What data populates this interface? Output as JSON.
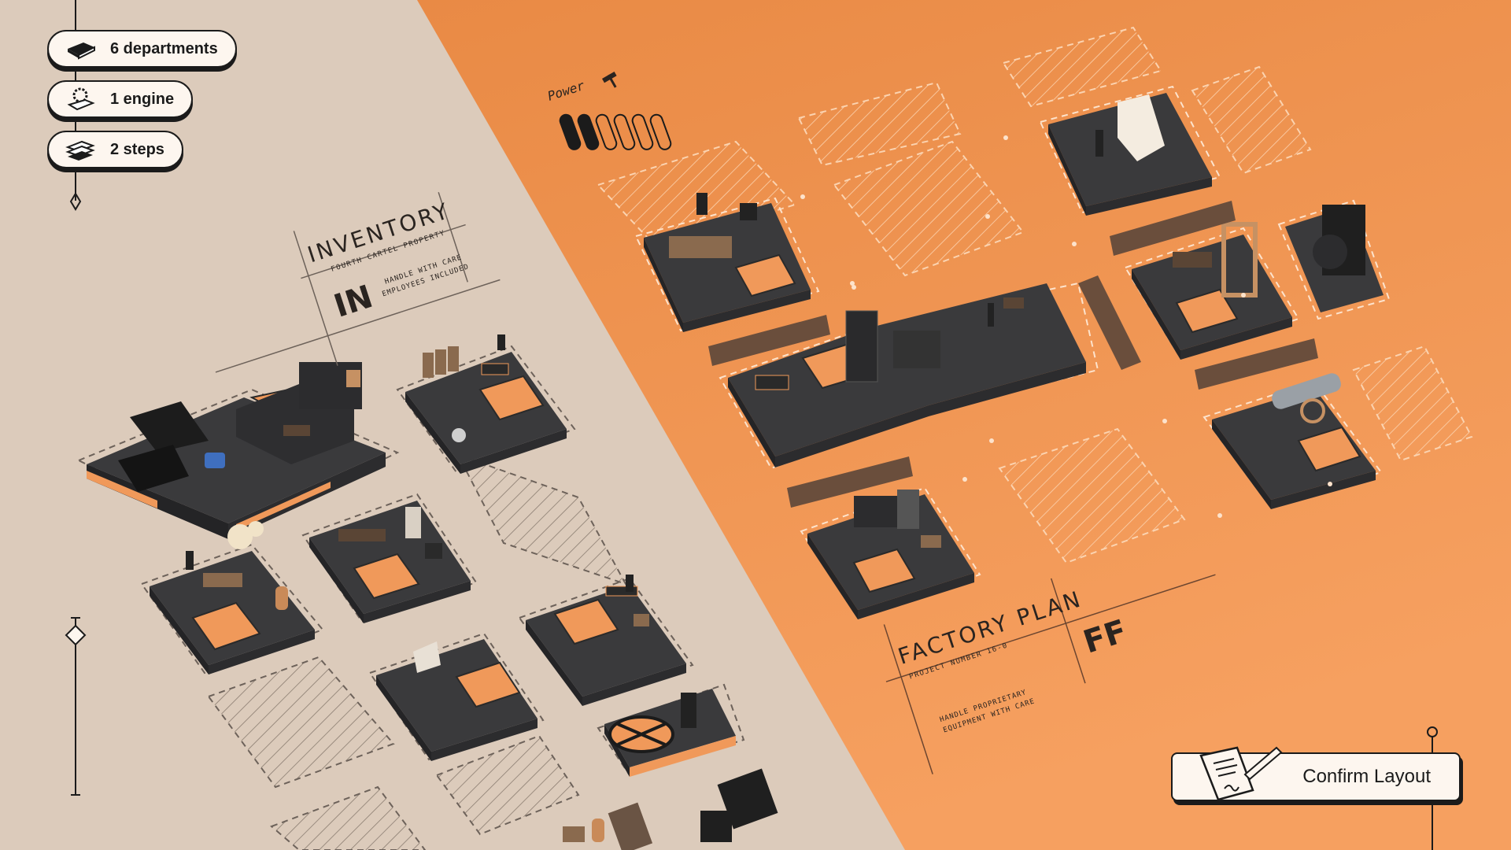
{
  "stats": [
    {
      "icon": "book-stack-icon",
      "label": "6 departments"
    },
    {
      "icon": "engine-gear-icon",
      "label": "1 engine"
    },
    {
      "icon": "stairs-steps-icon",
      "label": "2 steps"
    }
  ],
  "power": {
    "label": "Power",
    "filled_bars": 2,
    "total_bars": 6
  },
  "inventory": {
    "title": "INVENTORY",
    "subtitle": "FOURTH CARTEL PROPERTY",
    "monogram": "IN",
    "note_line1": "HANDLE WITH CARE",
    "note_line2": "EMPLOYEES INCLUDED"
  },
  "factory": {
    "title": "FACTORY PLAN",
    "subtitle": "PROJECT NUMBER 16-0",
    "monogram": "FF",
    "note_line1": "HANDLE PROPRIETARY",
    "note_line2": "EQUIPMENT WITH CARE"
  },
  "confirm_button": {
    "label": "Confirm Layout",
    "icon": "signed-contract-icon"
  },
  "colors": {
    "inventory_bg": "#dccbbb",
    "factory_bg_top": "#e98a45",
    "factory_bg_bottom": "#f6a060",
    "tile_dark": "#3a3a3c",
    "tile_accent": "#f0995a",
    "ink": "#1b1b1b"
  }
}
